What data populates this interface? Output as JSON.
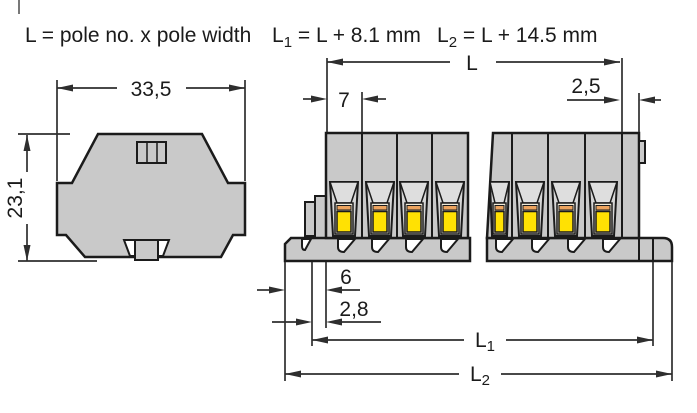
{
  "header": {
    "formula_pole_width": "L = pole no. x pole width",
    "formula_l1": {
      "base": "L",
      "sub": "1",
      "rest": " = L + 8.1 mm"
    },
    "formula_l2": {
      "base": "L",
      "sub": "2",
      "rest": " = L + 14.5 mm"
    }
  },
  "front_view": {
    "width_mm": "33,5",
    "height_mm": "23,1"
  },
  "side_view": {
    "total_length_label": "L",
    "pole_width_mm": "7",
    "end_plate_mm": "2,5",
    "left_overhang_mm": "6",
    "foot_offset_mm": "2,8",
    "l1_label": {
      "base": "L",
      "sub": "1"
    },
    "l2_label": {
      "base": "L",
      "sub": "2"
    },
    "poles_left_segment": 4,
    "poles_right_segment": 4
  },
  "colors": {
    "bg": "#ffffff",
    "body-gray": "#c9c9c9",
    "recess-gray": "#d6d6d6",
    "funnel-gray": "#dedede",
    "cream": "#f0ead8",
    "orange": "#eda45f",
    "yellow": "#ffe103",
    "outline": "#1b1b1b",
    "dim-line": "#2e2e2e",
    "text-color": "#1b1b1b"
  }
}
